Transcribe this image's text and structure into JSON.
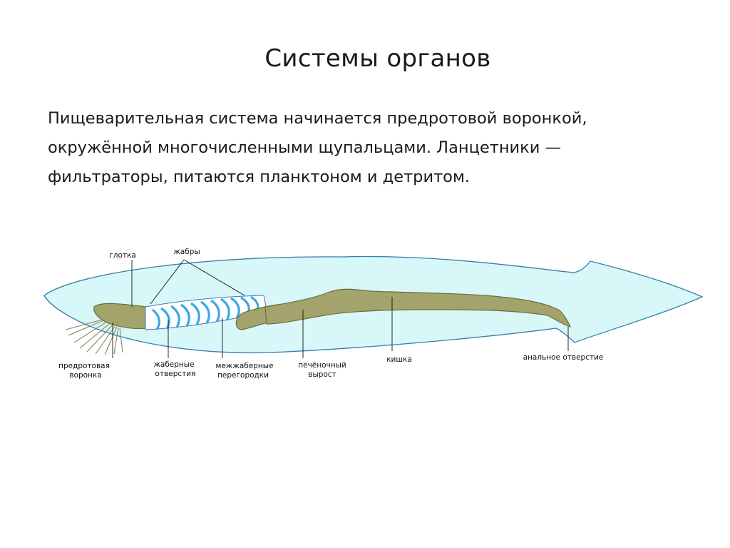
{
  "slide": {
    "title": "Системы органов",
    "text": "Пищеварительная система начинается предротовой воронкой, окружённой многочисленными щупальцами. Ланцетники — фильтраторы, питаются планктоном и детритом."
  },
  "diagram": {
    "labels": {
      "pharynx": "глотка",
      "gills": "жабры",
      "funnel_line1": "предротовая",
      "funnel_line2": "воронка",
      "gill_slits_line1": "жаберные",
      "gill_slits_line2": "отверстия",
      "septa_line1": "межжаберные",
      "septa_line2": "перегородки",
      "liver_line1": "печёночный",
      "liver_line2": "вырост",
      "intestine": "кишка",
      "anus": "анальное отверстие"
    },
    "colors": {
      "body_fill": "#d8f7f9",
      "body_outline": "#3a7ea8",
      "gut_fill": "#a3a36b",
      "gut_outline": "#6d6d3e",
      "gill_stripe": "#3aa7e8"
    }
  }
}
